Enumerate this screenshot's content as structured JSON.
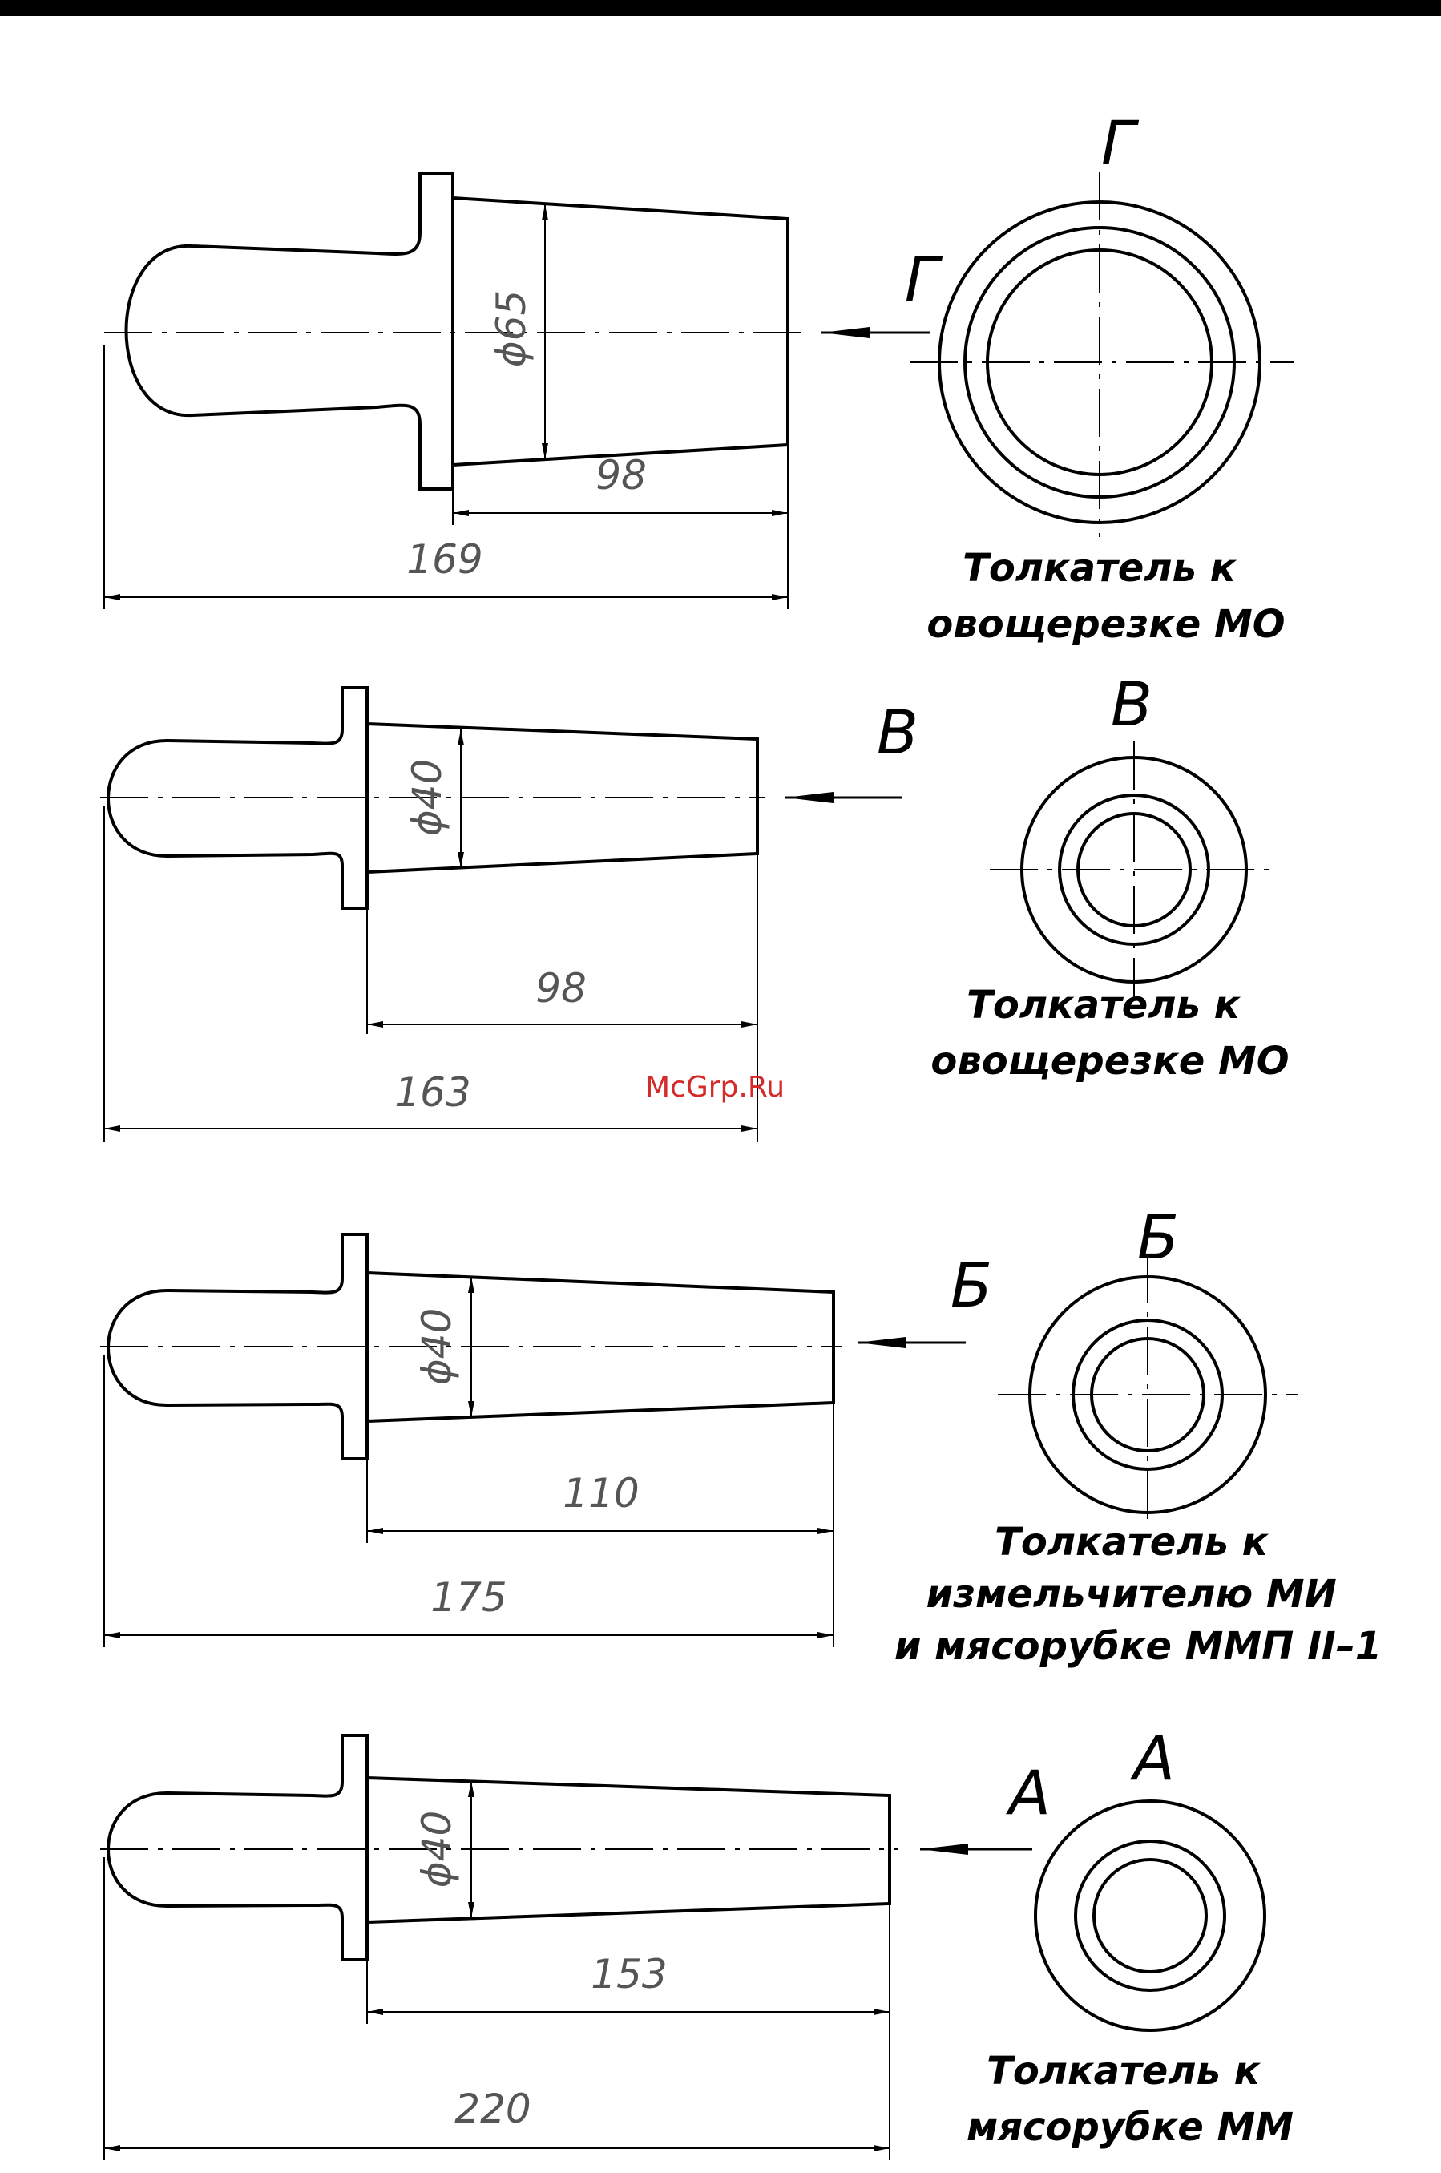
{
  "watermark": "McGrp.Ru",
  "colors": {
    "ink": "#000000",
    "dimension_ink": "#555555",
    "watermark": "#d42a2a"
  },
  "parts": [
    {
      "view_letter": "Г",
      "arrow_letter": "Г",
      "diameter": "ϕ65",
      "length_taper": "98",
      "length_total": "169",
      "caption_lines": [
        "Толкатель к",
        "овощерезке МО"
      ]
    },
    {
      "view_letter": "В",
      "arrow_letter": "В",
      "diameter": "ϕ40",
      "length_taper": "98",
      "length_total": "163",
      "caption_lines": [
        "Толкатель к",
        "овощерезке МО"
      ]
    },
    {
      "view_letter": "Б",
      "arrow_letter": "Б",
      "diameter": "ϕ40",
      "length_taper": "110",
      "length_total": "175",
      "caption_lines": [
        "Толкатель к",
        "измельчителю МИ",
        "и мясорубке ММП II–1"
      ]
    },
    {
      "view_letter": "А",
      "arrow_letter": "А",
      "diameter": "ϕ40",
      "length_taper": "153",
      "length_total": "220",
      "caption_lines": [
        "Толкатель к",
        "мясорубке ММ"
      ]
    }
  ]
}
